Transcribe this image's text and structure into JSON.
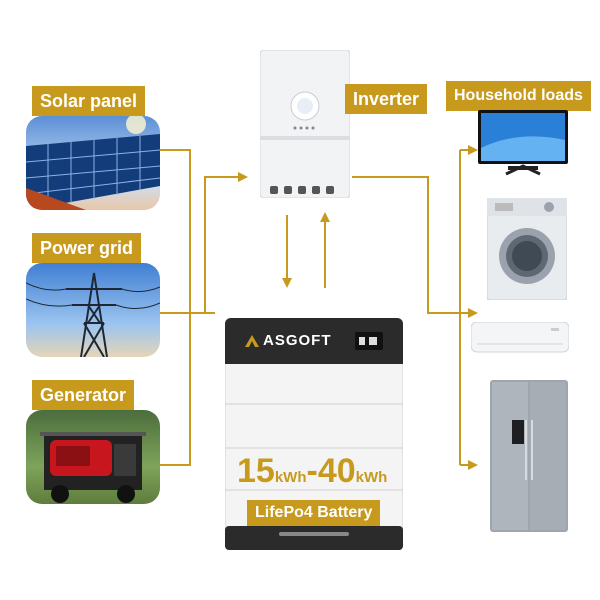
{
  "sources": {
    "solar": {
      "label": "Solar panel",
      "icon": "solar-panel-image"
    },
    "grid": {
      "label": "Power grid",
      "icon": "power-grid-pylon-image"
    },
    "generator": {
      "label": "Generator",
      "icon": "generator-image"
    }
  },
  "inverter": {
    "label": "Inverter",
    "icon": "inverter-image"
  },
  "loads": {
    "label": "Household loads",
    "items": [
      "tv-icon",
      "washing-machine-icon",
      "air-conditioner-icon",
      "refrigerator-icon"
    ]
  },
  "battery": {
    "brand": "ASGOFT",
    "capacity_min": "15",
    "capacity_max": "40",
    "unit": "kWh",
    "dash": "-",
    "chemistry": "LifePo4 Battery"
  },
  "colors": {
    "accent": "#c79a1e",
    "wire": "#c79a1e",
    "battery_dark": "#2b2b2b",
    "battery_body": "#f4f4f4"
  }
}
